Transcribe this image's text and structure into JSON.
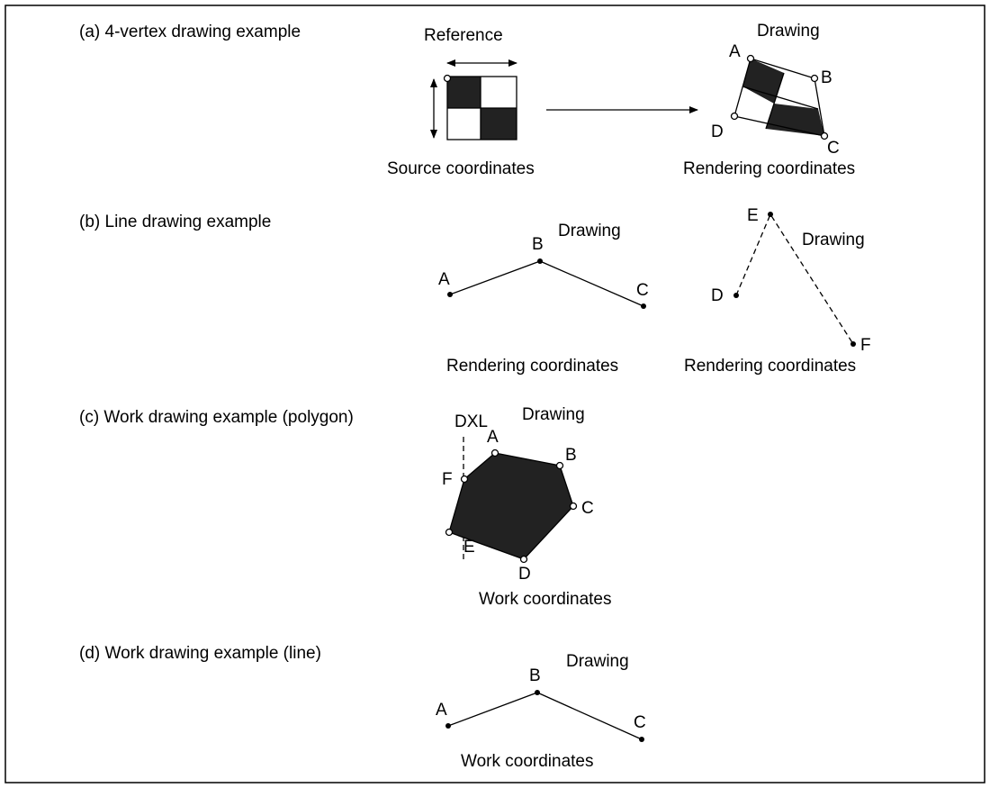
{
  "sections": {
    "a": {
      "heading": "(a)  4-vertex drawing example",
      "reference": "Reference",
      "source_coords": "Source coordinates",
      "drawing": "Drawing",
      "rendering_coords": "Rendering coordinates",
      "vertices": [
        "A",
        "B",
        "C",
        "D"
      ]
    },
    "b": {
      "heading": "(b)  Line drawing example",
      "drawing_1": "Drawing",
      "drawing_2": "Drawing",
      "rendering_coords_1": "Rendering coordinates",
      "rendering_coords_2": "Rendering coordinates",
      "points_1": [
        "A",
        "B",
        "C"
      ],
      "points_2": [
        "D",
        "E",
        "F"
      ]
    },
    "c": {
      "heading": "(c)  Work drawing example (polygon)",
      "dxl": "DXL",
      "drawing": "Drawing",
      "work_coords": "Work coordinates",
      "vertices": [
        "A",
        "B",
        "C",
        "D",
        "E",
        "F"
      ]
    },
    "d": {
      "heading": "(d)  Work drawing example (line)",
      "drawing": "Drawing",
      "work_coords": "Work coordinates",
      "points": [
        "A",
        "B",
        "C"
      ]
    }
  }
}
